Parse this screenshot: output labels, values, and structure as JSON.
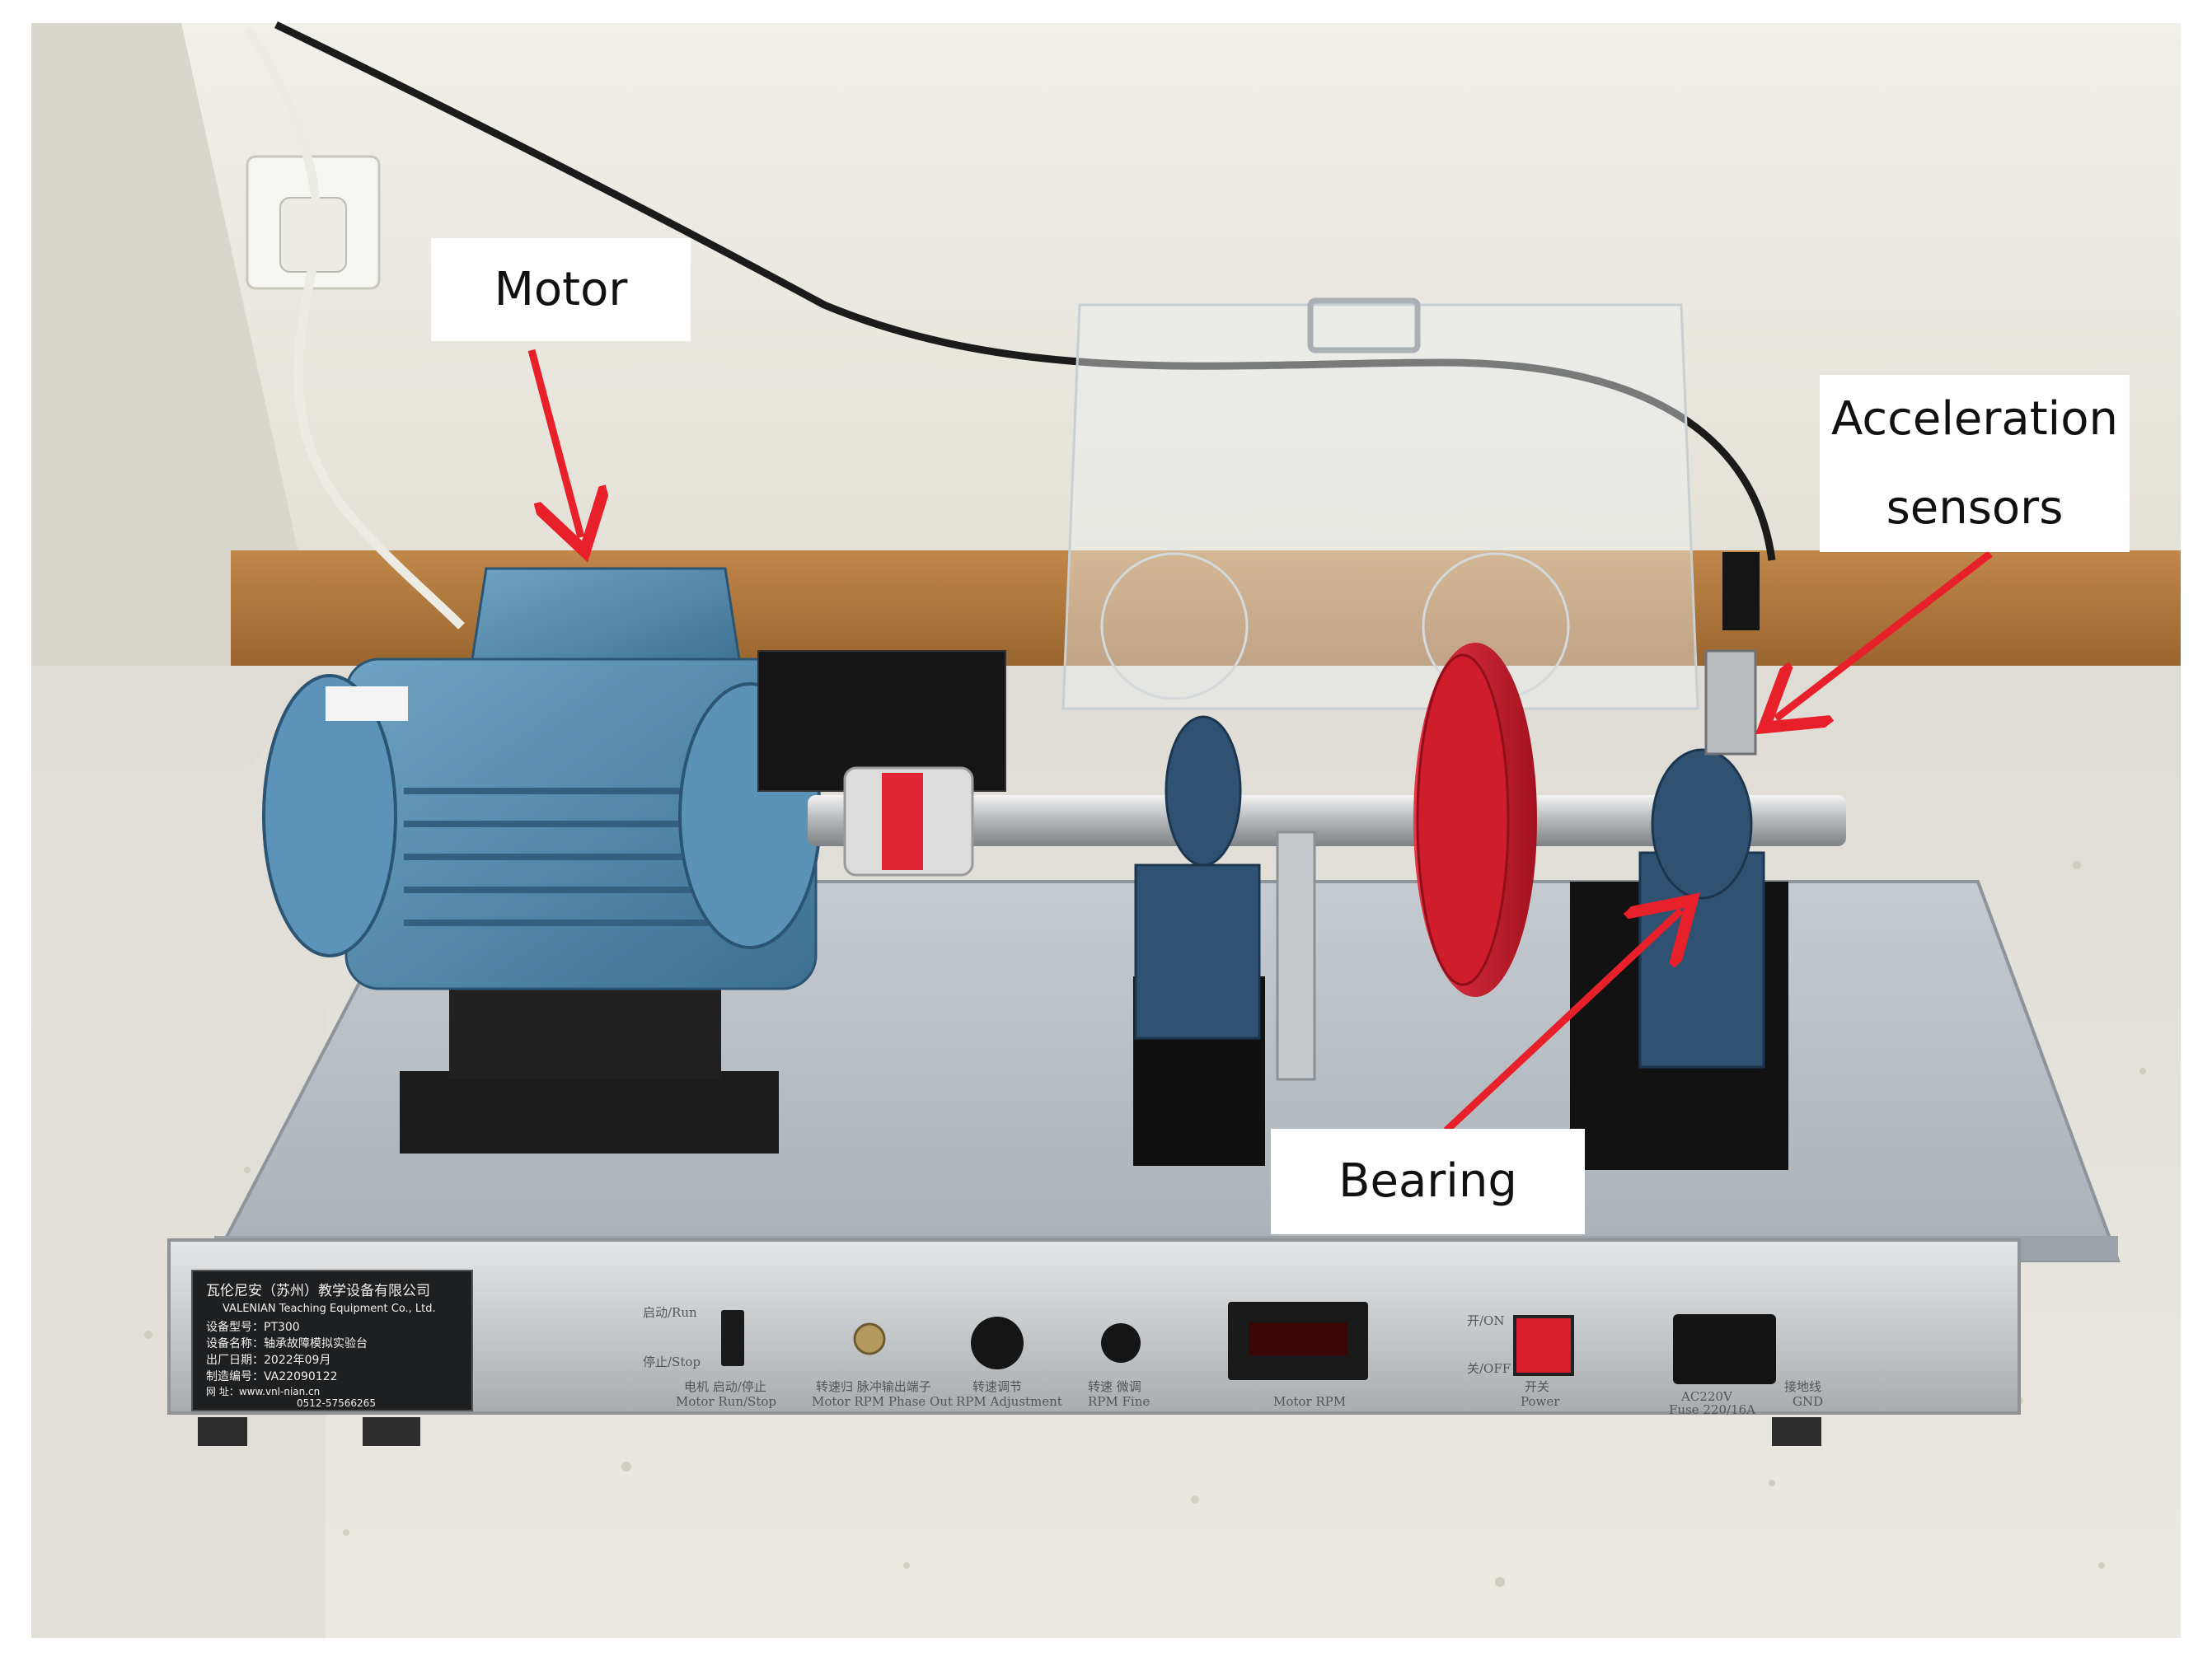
{
  "labels": {
    "motor": "Motor",
    "acceleration_sensors_line1": "Acceleration",
    "acceleration_sensors_line2": "sensors",
    "bearing": "Bearing"
  },
  "nameplate": {
    "line1": "瓦伦尼安（苏州）教学设备有限公司",
    "line2": "VALENIAN Teaching Equipment Co., Ltd.",
    "line3": "设备型号：PT300",
    "line4": "设备名称：轴承故障模拟实验台",
    "line5": "出厂日期：2022年09月",
    "line6": "制造编号：VA22090122",
    "line7": "网    址：www.vnl-nian.cn",
    "line8": "0512-57566265"
  },
  "panel": {
    "run_label": "启动/Run",
    "stop_label": "停止/Stop",
    "motor_run_stop": "电机 启动/停止",
    "motor_run_stop_en": "Motor Run/Stop",
    "phase_out": "转速归 脉冲输出端子",
    "phase_out_en": "Motor RPM Phase Out",
    "rpm_adjust": "转速调节",
    "rpm_adjust_en": "RPM Adjustment",
    "rpm_fine": "转速 微调",
    "rpm_fine_en": "RPM Fine",
    "motor_rpm": "Motor RPM",
    "on_label": "开/ON",
    "off_label": "关/OFF",
    "power_cn": "开关",
    "power_en": "Power",
    "ac_label": "AC220V",
    "fuse_label": "Fuse 220/16A",
    "gnd_cn": "接地线",
    "gnd_en": "GND"
  },
  "colors": {
    "callout_arrow": "#e8202a",
    "motor_blue": "#4f86a8",
    "disc_red": "#d01c2c",
    "bearing_blue": "#2f5272",
    "panel_silver": "#c9cbcd",
    "base_plate": "#b7bec4",
    "wall": "#ece9e2",
    "baseboard": "#b47a3c",
    "floor": "#e5e3dc"
  }
}
